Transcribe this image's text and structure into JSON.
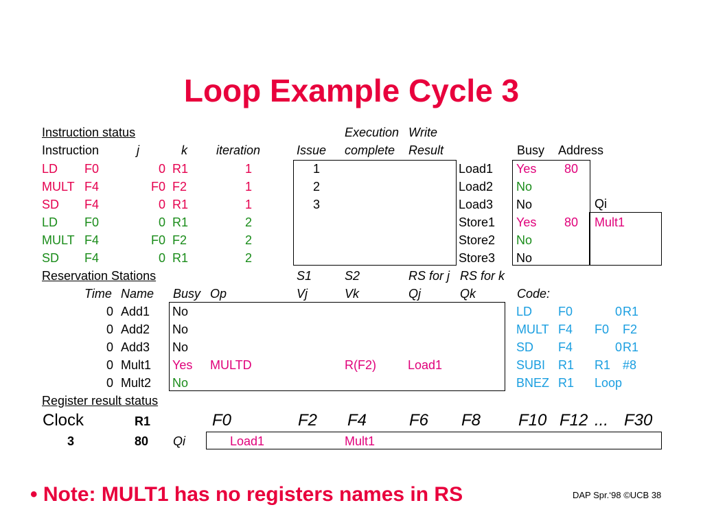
{
  "title": "Loop Example Cycle 3",
  "instruction_status": {
    "heading": "Instruction status ",
    "exec_top": "Execution",
    "write_top": "Write",
    "headers": {
      "instruction": "Instruction",
      "j": "j",
      "k": "k",
      "iteration": "iteration",
      "issue": "Issue",
      "exec": "complete",
      "write": "Result"
    },
    "rows": [
      {
        "op": "LD",
        "dest": "F0",
        "j": "0",
        "k": "R1",
        "iter": "1",
        "issue": "1",
        "complete": "",
        "result": "",
        "color": "#e5004f"
      },
      {
        "op": "MULT",
        "dest": "F4",
        "j": "F0",
        "k": "F2",
        "iter": "1",
        "issue": "2",
        "complete": "",
        "result": "",
        "color": "#e5004f"
      },
      {
        "op": "SD",
        "dest": "F4",
        "j": "0",
        "k": "R1",
        "iter": "1",
        "issue": "3",
        "complete": "",
        "result": "",
        "color": "#e5004f"
      },
      {
        "op": "LD",
        "dest": "F0",
        "j": "0",
        "k": "R1",
        "iter": "2",
        "issue": "",
        "complete": "",
        "result": "",
        "color": "#1a8c1a"
      },
      {
        "op": "MULT",
        "dest": "F4",
        "j": "F0",
        "k": "F2",
        "iter": "2",
        "issue": "",
        "complete": "",
        "result": "",
        "color": "#1a8c1a"
      },
      {
        "op": "SD",
        "dest": "F4",
        "j": "0",
        "k": "R1",
        "iter": "2",
        "issue": "",
        "complete": "",
        "result": "",
        "color": "#1a8c1a"
      }
    ]
  },
  "load_store": {
    "headers": {
      "busy": "Busy",
      "address": "Address",
      "qi": "Qi"
    },
    "rows": [
      {
        "name": "Load1",
        "busy": "Yes",
        "address": "80",
        "qi": "",
        "busy_color": "#e0007a"
      },
      {
        "name": "Load2",
        "busy": "No",
        "address": "",
        "qi": "",
        "busy_color": "#1a8c1a"
      },
      {
        "name": "Load3",
        "busy": "No",
        "address": "",
        "qi": "",
        "busy_color": "#000000"
      },
      {
        "name": "Store1",
        "busy": "Yes",
        "address": "80",
        "qi": "Mult1",
        "busy_color": "#e0007a"
      },
      {
        "name": "Store2",
        "busy": "No",
        "address": "",
        "qi": "",
        "busy_color": "#1a8c1a"
      },
      {
        "name": "Store3",
        "busy": "No",
        "address": "",
        "qi": "",
        "busy_color": "#000000"
      }
    ]
  },
  "reservation_stations": {
    "heading": "Reservation Stations",
    "top_headers": {
      "s1": "S1",
      "s2": "S2",
      "rsj": "RS for j",
      "rsk": "RS for k"
    },
    "headers": {
      "time": "Time",
      "name": "Name",
      "busy": "Busy",
      "op": "Op",
      "vj": "Vj",
      "vk": "Vk",
      "qj": "Qj",
      "qk": "Qk"
    },
    "rows": [
      {
        "time": "0",
        "name": "Add1",
        "busy": "No",
        "op": "",
        "vj": "",
        "vk": "",
        "qj": "",
        "qk": "",
        "color": "#000000"
      },
      {
        "time": "0",
        "name": "Add2",
        "busy": "No",
        "op": "",
        "vj": "",
        "vk": "",
        "qj": "",
        "qk": "",
        "color": "#000000"
      },
      {
        "time": "0",
        "name": "Add3",
        "busy": "No",
        "op": "",
        "vj": "",
        "vk": "",
        "qj": "",
        "qk": "",
        "color": "#000000"
      },
      {
        "time": "0",
        "name": "Mult1",
        "busy": "Yes",
        "op": "MULTD",
        "vj": "",
        "vk": "R(F2)",
        "qj": "Load1",
        "qk": "",
        "color": "#e0007a"
      },
      {
        "time": "0",
        "name": "Mult2",
        "busy": "No",
        "op": "",
        "vj": "",
        "vk": "",
        "qj": "",
        "qk": "",
        "color": "#1a8c1a"
      }
    ]
  },
  "code": {
    "heading": "Code:",
    "color": "#1a9ee0",
    "lines": [
      {
        "op": "LD",
        "a": "F0",
        "b": "0",
        "c": "R1"
      },
      {
        "op": "MULT",
        "a": "F4",
        "b": "F0",
        "c": "F2"
      },
      {
        "op": "SD",
        "a": "F4",
        "b": "0",
        "c": "R1"
      },
      {
        "op": "SUBI",
        "a": "R1",
        "b": "R1",
        "c": "#8"
      },
      {
        "op": "BNEZ",
        "a": "R1",
        "b": "Loop",
        "c": ""
      }
    ]
  },
  "register_status": {
    "heading": "Register result status",
    "clock_label": "Clock",
    "clock_value": "3",
    "r1_label": "R1",
    "r1_value": "80",
    "qi_label": "Qi",
    "registers": [
      "F0",
      "F2",
      "F4",
      "F6",
      "F8",
      "F10",
      "F12",
      "...",
      "F30"
    ],
    "values": [
      "Load1",
      "",
      "Mult1",
      "",
      "",
      "",
      "",
      "",
      ""
    ],
    "value_color": "#e0007a"
  },
  "note": "• Note: MULT1 has no registers names in RS",
  "footer": "DAP Spr.‘98 ©UCB 38"
}
